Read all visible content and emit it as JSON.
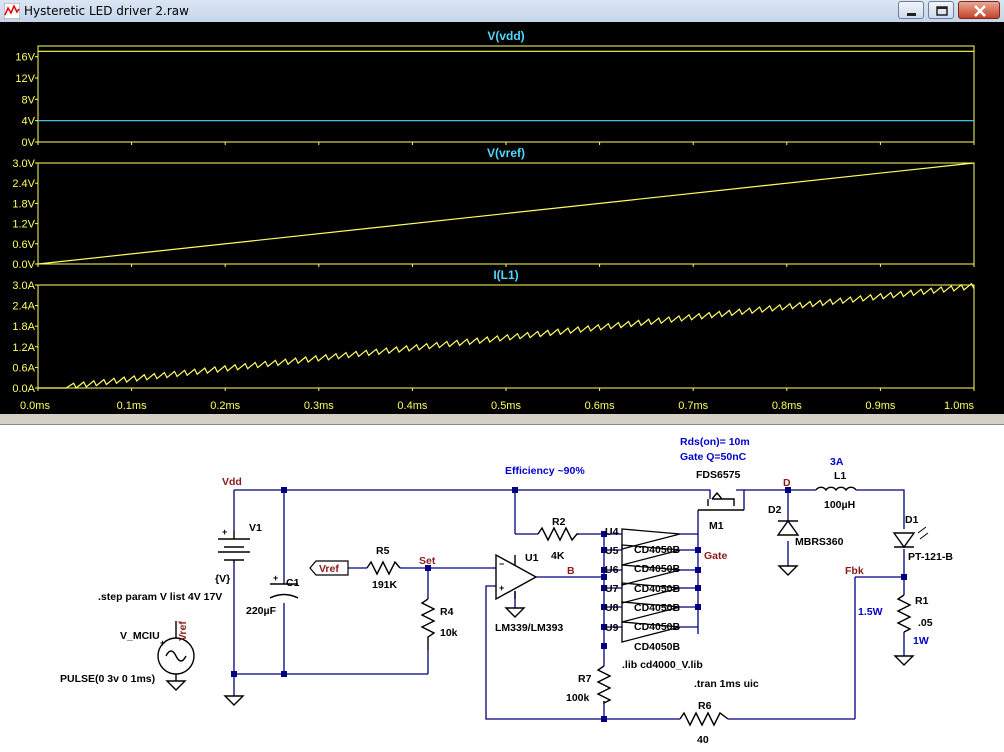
{
  "window": {
    "title": "Hysteretic LED driver 2.raw"
  },
  "plot": {
    "panes": [
      {
        "trace": "V(vdd)",
        "yticks": [
          "16V",
          "12V",
          "8V",
          "4V",
          "0V"
        ]
      },
      {
        "trace": "V(vref)",
        "yticks": [
          "3.0V",
          "2.4V",
          "1.8V",
          "1.2V",
          "0.6V",
          "0.0V"
        ]
      },
      {
        "trace": "I(L1)",
        "yticks": [
          "3.0A",
          "2.4A",
          "1.8A",
          "1.2A",
          "0.6A",
          "0.0A"
        ]
      }
    ],
    "xticks": [
      "0.0ms",
      "0.1ms",
      "0.2ms",
      "0.3ms",
      "0.4ms",
      "0.5ms",
      "0.6ms",
      "0.7ms",
      "0.8ms",
      "0.9ms",
      "1.0ms"
    ],
    "colors": {
      "trace_yellow": "#ffff60",
      "trace_cyan": "#4dd9ff",
      "label": "#4dd9ff",
      "grid": "#ffff60",
      "axis_text": "#ffff60"
    }
  },
  "chart_data": [
    {
      "type": "line",
      "title": "V(vdd)",
      "xlim": [
        0,
        1.0
      ],
      "ylim": [
        0,
        18
      ],
      "series": [
        {
          "name": "V(vdd)",
          "x": [
            0,
            1.0
          ],
          "values": [
            17,
            17
          ],
          "color": "#ffff60"
        },
        {
          "name": "V(vdd)",
          "x": [
            0,
            1.0
          ],
          "values": [
            4,
            4
          ],
          "color": "#4dd9ff"
        }
      ]
    },
    {
      "type": "line",
      "title": "V(vref)",
      "xlim": [
        0,
        1.0
      ],
      "ylim": [
        0,
        3.0
      ],
      "series": [
        {
          "name": "V(vref)",
          "x": [
            0,
            1.0
          ],
          "values": [
            0,
            3.0
          ]
        }
      ]
    },
    {
      "type": "line",
      "title": "I(L1)",
      "xlim": [
        0,
        1.0
      ],
      "ylim": [
        0,
        3.0
      ],
      "series": [
        {
          "name": "I(L1)",
          "x": [
            0,
            0.03,
            0.1,
            0.2,
            0.3,
            0.4,
            0.5,
            0.6,
            0.7,
            0.8,
            0.9,
            1.0
          ],
          "values": [
            0,
            0.05,
            0.28,
            0.58,
            0.88,
            1.18,
            1.48,
            1.78,
            2.08,
            2.38,
            2.68,
            2.98
          ]
        }
      ]
    }
  ],
  "schematic": {
    "annotations": {
      "efficiency": "Efficiency ~90%",
      "rds": "Rds(on)= 10m",
      "gateq": "Gate Q=50nC",
      "step": ".step param V list 4V 17V",
      "lib": ".lib cd4000_V.lib",
      "tran": ".tran 1ms uic",
      "current": "3A",
      "fbk_power": "1.5W",
      "r1_power": "1W"
    },
    "nets": {
      "vdd": "Vdd",
      "set": "Set",
      "b": "B",
      "gate": "Gate",
      "d": "D",
      "fbk": "Fbk",
      "vref": "Vref",
      "vref_flag": "Vref"
    },
    "parts": {
      "v1": "V1",
      "v1_val": "{V}",
      "c1": "C1",
      "c1_val": "220µF",
      "r5": "R5",
      "r5_val": "191K",
      "r4": "R4",
      "r4_val": "10k",
      "r2": "R2",
      "r2_val": "4K",
      "u1": "U1",
      "u1_val": "LM339/LM393",
      "u4": "U4",
      "u5": "U5",
      "u6": "U6",
      "u7": "U7",
      "u8": "U8",
      "u9": "U9",
      "buf": [
        "CD4050B",
        "CD4050B",
        "CD4050B",
        "CD4050B",
        "CD4050B",
        "CD4050B"
      ],
      "m1": "M1",
      "m1_val": "FDS6575",
      "d2": "D2",
      "d2_val": "MBRS360",
      "l1": "L1",
      "l1_val": "100µH",
      "d1": "D1",
      "d1_val": "PT-121-B",
      "r1": "R1",
      "r1_val": ".05",
      "r7": "R7",
      "r7_val": "100k",
      "r6": "R6",
      "r6_val": "40",
      "vmciu": "V_MCIU",
      "vmciu_val": "PULSE(0 3v 0 1ms)"
    }
  }
}
